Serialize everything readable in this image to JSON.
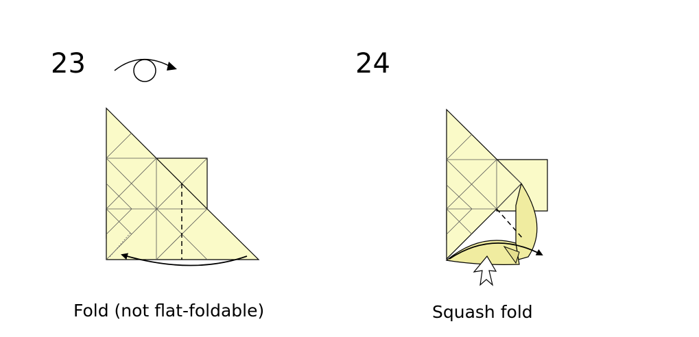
{
  "steps": [
    {
      "number": "23",
      "caption": "Fold (not flat-foldable)"
    },
    {
      "number": "24",
      "caption": "Squash fold"
    }
  ],
  "colors": {
    "paper": "#fafac8",
    "paper_shade": "#f0eca0",
    "paper_back": "#e6df8e",
    "line": "#000000",
    "crease": "#555555"
  },
  "icons": [
    "turn-over-icon",
    "fold-arrow-icon",
    "push-arrow-icon"
  ]
}
